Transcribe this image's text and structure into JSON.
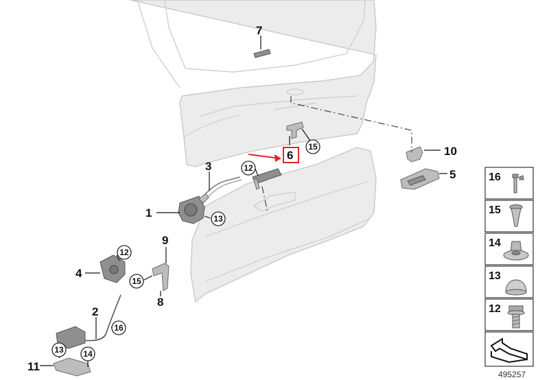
{
  "diagram": {
    "highlight_color": "#e3242b",
    "highlighted_part": "6",
    "callouts": {
      "p1": "1",
      "p2": "2",
      "p3": "3",
      "p4": "4",
      "p5": "5",
      "p6": "6",
      "p7": "7",
      "p8": "8",
      "p9": "9",
      "p10": "10",
      "p11": "11"
    },
    "circled": {
      "c15_top": "15",
      "c12_top": "12",
      "c13_mid": "13",
      "c12_left": "12",
      "c15_left": "15",
      "c16": "16",
      "c13_low": "13",
      "c14_low": "14"
    },
    "legend": [
      {
        "num": "16",
        "icon": "bolt-icon"
      },
      {
        "num": "15",
        "icon": "screw-icon"
      },
      {
        "num": "14",
        "icon": "nut-icon"
      },
      {
        "num": "13",
        "icon": "cap-icon"
      },
      {
        "num": "12",
        "icon": "bolt-icon"
      }
    ],
    "reference_number": "495257"
  }
}
